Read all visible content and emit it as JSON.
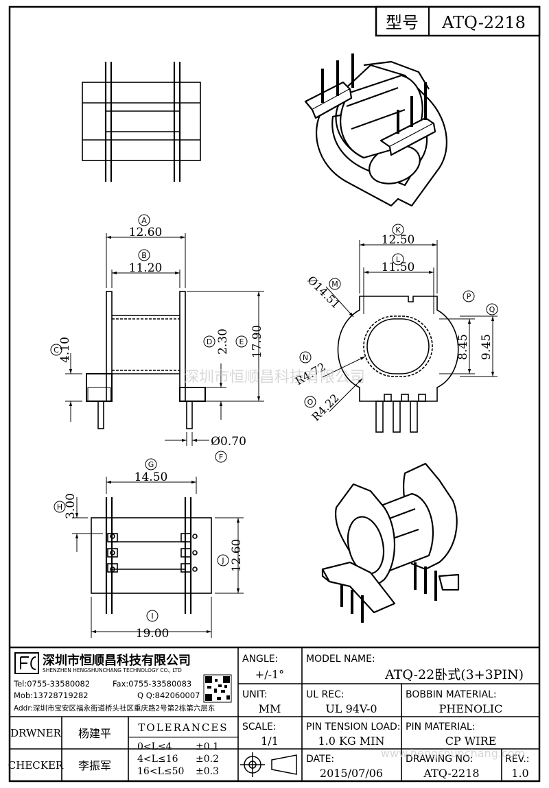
{
  "header": {
    "model_label": "型号",
    "model_value": "ATQ-2218"
  },
  "watermark": {
    "cn": "深圳市恒顺昌科技有限公司",
    "url": "www.hengshunchang.com"
  },
  "views": {
    "side": {
      "labels": {
        "A": "A",
        "B": "B",
        "C": "C",
        "D": "D",
        "E": "E",
        "F": "F"
      },
      "dims": {
        "A": "12.60",
        "B": "11.20",
        "C": "4.10",
        "D": "2.30",
        "E": "17.90",
        "F": "Ø0.70"
      }
    },
    "front": {
      "labels": {
        "K": "K",
        "L": "L",
        "M": "M",
        "N": "N",
        "O": "O",
        "P": "P",
        "Q": "Q"
      },
      "dims": {
        "K": "12.50",
        "L": "11.50",
        "M": "Ø14.51",
        "N": "R4.72",
        "O": "R4.22",
        "P": "8.45",
        "Q": "9.45"
      }
    },
    "bottom": {
      "labels": {
        "G": "G",
        "H": "H",
        "I": "I",
        "J": "J"
      },
      "dims": {
        "G": "14.50",
        "H": "3.00",
        "I": "19.00",
        "J": "12.60"
      }
    }
  },
  "title_block": {
    "company_cn": "深圳市恒顺昌科技有限公司",
    "company_en": "SHENZHEN HENGSHUNCHANG TECHNOLOGY CO., LTD",
    "tel": "Tel:0755-33580082",
    "fax": "Fax:0755-33580083",
    "mob": "Mob:13728719282",
    "qq": "Q  Q:842060007",
    "addr": "Addr:深圳市宝安区福永街道桥头社区重庆路2号第2栋第六层东",
    "angle_label": "ANGLE:",
    "angle_value": "+/-1°",
    "unit_label": "UNIT:",
    "unit_value": "MM",
    "scale_label": "SCALE:",
    "scale_value": "1/1",
    "model_name_label": "MODEL NAME:",
    "model_name_value": "ATQ-22卧式(3+3PIN)",
    "ul_label": "UL REC:",
    "ul_value": "UL 94V-0",
    "bobbin_label": "BOBBIN MATERIAL:",
    "bobbin_value": "PHENOLIC",
    "tension_label": "PIN TENSION LOAD:",
    "tension_value": "1.0 KG MIN",
    "pin_label": "PIN MATERIAL:",
    "pin_value": "CP WIRE",
    "date_label": "DATE:",
    "date_value": "2015/07/06",
    "drawing_label": "DRAWING NO:",
    "drawing_value": "ATQ-2218",
    "rev_label": "REV.:",
    "rev_value": "1.0",
    "drwner_label": "DRWNER",
    "drwner_value": "杨建平",
    "checker_label": "CHECKER",
    "checker_value": "李振军",
    "tolerances_label": "TOLERANCES",
    "tol_rows": [
      {
        "range": "0<L≤4",
        "value": "±0.1"
      },
      {
        "range": "4<L≤16",
        "value": "±0.2"
      },
      {
        "range": "16<L≤50",
        "value": "±0.3"
      }
    ]
  }
}
